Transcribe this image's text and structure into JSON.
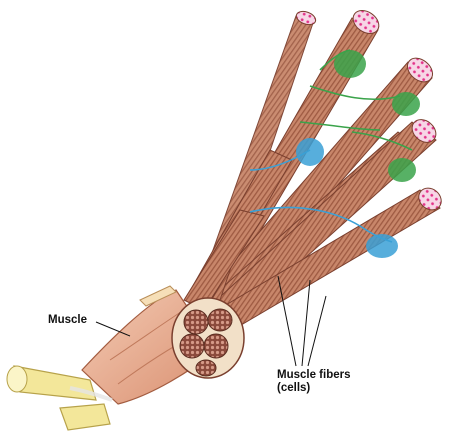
{
  "labels": {
    "muscle": "Muscle",
    "fibers_line1": "Muscle fibers",
    "fibers_line2": "(cells)"
  },
  "colors": {
    "fiber": "#c98a6a",
    "fiber_dark": "#a8654a",
    "fiber_end": "#e9569b",
    "nerve_blue": "#3aa0d6",
    "nerve_green": "#3aa34a",
    "muscle_sheath": "#e9b49a",
    "tendon": "#f3e79a"
  },
  "icons": [
    "nerve-branch-icon",
    "fiber-cross-section-icon"
  ]
}
